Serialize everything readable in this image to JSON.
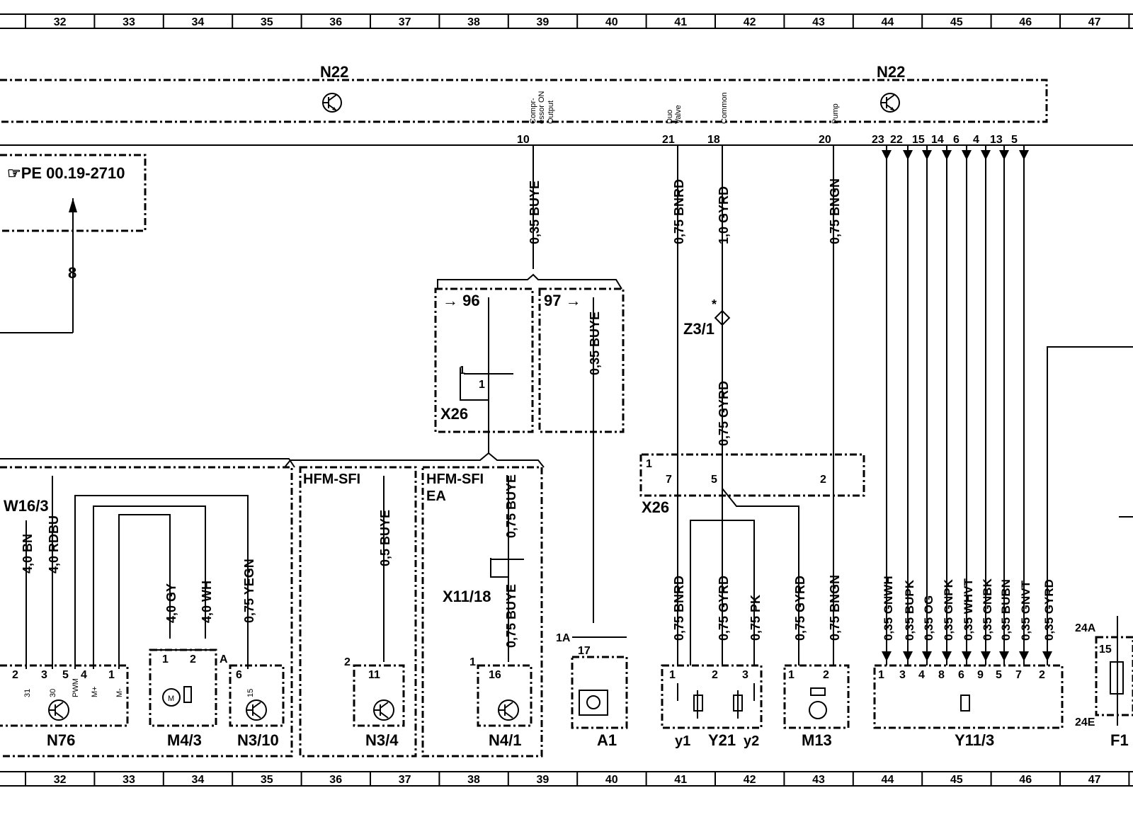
{
  "grid": {
    "columns": [
      "32",
      "33",
      "34",
      "35",
      "36",
      "37",
      "38",
      "39",
      "40",
      "41",
      "42",
      "43",
      "44",
      "45",
      "46",
      "47"
    ]
  },
  "modules": {
    "n22_left": "N22",
    "n22_right": "N22"
  },
  "pins": {
    "compressor": {
      "label": "Compr- essor ON Output",
      "line1": "Compr-",
      "line2": "essor ON",
      "line3": "Output",
      "pin": "10"
    },
    "duo_valve": {
      "line1": "Duo",
      "line2": "Valve",
      "pin": "21"
    },
    "common": {
      "line1": "Common",
      "pin": "18"
    },
    "pump": {
      "line1": "Pump",
      "pin": "20"
    },
    "n22_bus": [
      "23",
      "22",
      "15",
      "14",
      "6",
      "4",
      "13",
      "5"
    ]
  },
  "reference": {
    "text": "☞PE 00.19-2710",
    "arrow_label": "8"
  },
  "wires": {
    "w10": "0,35 BUYE",
    "w21": "0,75 BNRD",
    "w18a": "1,0 GYRD",
    "w20": "0,75 BNGN",
    "w97": "0,35 BUYE",
    "w18b": "0,75 GYRD",
    "bn": "4,0 BN",
    "rdbu": "4,0 RDBU",
    "gy": "4,0 GY",
    "wh": "4,0 WH",
    "yegn": "0,75 YEGN",
    "hfm": "0,5 BUYE",
    "hfmea_top": "0,75 BUYE",
    "hfmea_bot": "0,75 BUYE",
    "y21_1": "0,75 BNRD",
    "y21_2": "0,75 GYRD",
    "y21_3": "0,75 PK",
    "m13_1": "0,75 GYRD",
    "m13_2": "0,75 BNGN",
    "y113": [
      "0,35 GNWH",
      "0,35 BUPK",
      "0,35 OG",
      "0,35 GNPK",
      "0,35 WHVT",
      "0,35 GNBK",
      "0,35 BUBN",
      "0,35 GNVT",
      "0,35 GYRD"
    ]
  },
  "splices": {
    "x26_top": "X26",
    "x26_mid": "X26",
    "x11_18": "X11/18",
    "z3_1": "Z3/1",
    "asterisk": "*",
    "w16_3": "W16/3",
    "branch96": "→ 96",
    "branch97": "97 →"
  },
  "variants": {
    "hfm_sfi": "HFM-SFI",
    "hfm_sfi_ea_1": "HFM-SFI",
    "hfm_sfi_ea_2": "EA"
  },
  "components": {
    "n76": "N76",
    "m4_3": "M4/3",
    "n3_10": "N3/10",
    "n3_4": "N3/4",
    "n4_1": "N4/1",
    "a1": "A1",
    "y21": "Y21",
    "y1": "y1",
    "y2": "y2",
    "m13": "M13",
    "y11_3": "Y11/3",
    "f1": "F1"
  },
  "pin_numbers": {
    "n76": [
      "2",
      "3",
      "5",
      "4",
      "1"
    ],
    "n76_sub": [
      "31",
      "30",
      "PWM",
      "M+",
      "M-"
    ],
    "m4_3": [
      "1",
      "2",
      "A"
    ],
    "n3_10": [
      "6",
      "15"
    ],
    "n3_4": [
      "2",
      "11"
    ],
    "n4_1": [
      "1",
      "16"
    ],
    "a1": [
      "1A",
      "17"
    ],
    "y21": [
      "1",
      "2",
      "3"
    ],
    "m13": [
      "1",
      "2"
    ],
    "y11_3": [
      "1",
      "3",
      "4",
      "8",
      "6",
      "9",
      "5",
      "7",
      "2"
    ],
    "x26_top": [
      "1"
    ],
    "x26_mid": [
      "1",
      "7",
      "5",
      "2"
    ],
    "f1": [
      "24A",
      "24E",
      "15"
    ]
  }
}
